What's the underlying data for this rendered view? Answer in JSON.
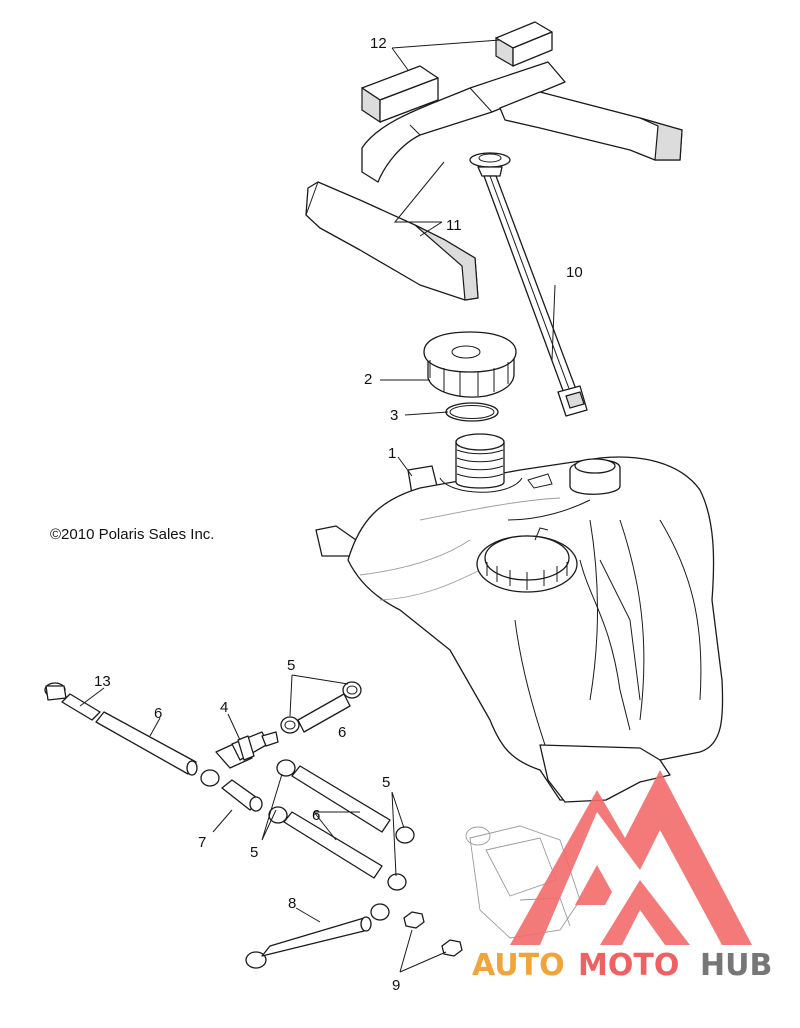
{
  "copyright": "©2010  Polaris Sales Inc.",
  "callouts": {
    "c1": "1",
    "c2": "2",
    "c3": "3",
    "c4": "4",
    "c5a": "5",
    "c5b": "5",
    "c5c": "5",
    "c6a": "6",
    "c6b": "6",
    "c6c": "6",
    "c7": "7",
    "c8": "8",
    "c9": "9",
    "c10": "10",
    "c11": "11",
    "c12": "12",
    "c13": "13"
  },
  "watermark": {
    "brand_auto": "AUTO",
    "brand_moto": "MOTO",
    "brand_hub": "HUB",
    "colors": {
      "orange": "#f0a43a",
      "red": "#f06060",
      "gray": "#777777",
      "logo": "#f36b6b"
    }
  }
}
